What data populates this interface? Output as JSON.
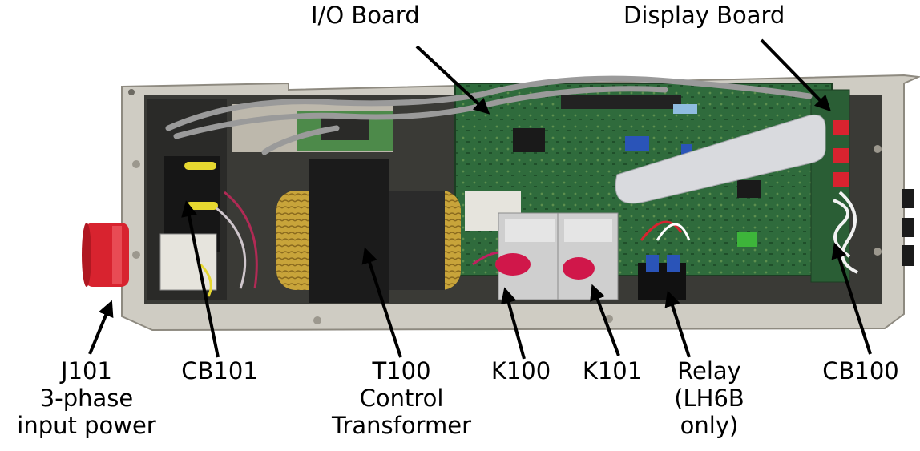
{
  "labels": {
    "io_board": "I/O Board",
    "display_board": "Display Board",
    "j101": [
      "J101",
      "3-phase",
      "input power"
    ],
    "cb101": "CB101",
    "t100": [
      "T100",
      "Control",
      "Transformer"
    ],
    "k100": "K100",
    "k101": "K101",
    "relay": [
      "Relay",
      "(LH6B",
      "only)"
    ],
    "cb100": "CB100"
  },
  "colors": {
    "chassis": "#c9c6bd",
    "pcb": "#2f6b3c",
    "transformer_core": "#1b1b1b",
    "winding": "#c8a43a",
    "connector_red": "#d8232f",
    "ribbon": "#d9dade"
  }
}
